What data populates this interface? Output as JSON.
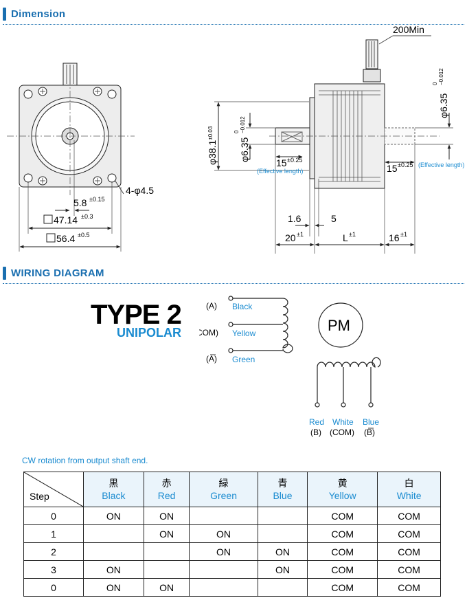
{
  "sections": {
    "dimension": "Dimension",
    "wiring": "WIRING DIAGRAM"
  },
  "front_view": {
    "hole_label": "4-φ4.5",
    "dim_shaft_offset": "5.8",
    "dim_shaft_offset_tol": "±0.15",
    "dim_hole_pitch": "47.14",
    "dim_hole_pitch_tol": "±0.3",
    "dim_body": "56.4",
    "dim_body_tol": "±0.5"
  },
  "side_view": {
    "lead_length": "200Min",
    "pilot_dia": "φ38.1",
    "pilot_dia_tol": "±0.03",
    "shaft_dia": "φ6.35",
    "shaft_dia_tol_upper": "0",
    "shaft_dia_tol_lower": "−0.012",
    "rear_shaft_dia": "φ6.35",
    "rear_shaft_tol_upper": "0",
    "rear_shaft_tol_lower": "−0.012",
    "front_effective": "15",
    "front_effective_tol": "±0.25",
    "front_effective_note": "(Effective length)",
    "rear_effective": "15",
    "rear_effective_tol": "±0.25",
    "rear_effective_note": "(Effective length)",
    "dim_flange": "1.6",
    "dim_5": "5",
    "dim_front_shaft": "20",
    "dim_front_shaft_tol": "±1",
    "dim_body_len": "L",
    "dim_body_len_tol": "±1",
    "dim_rear_shaft": "16",
    "dim_rear_shaft_tol": "±1"
  },
  "wiring": {
    "type": "TYPE 2",
    "kind": "UNIPOLAR",
    "term_a": "(A)",
    "term_com": "(COM)",
    "term_abar": "(A)",
    "wire_a": "Black",
    "wire_com": "Yellow",
    "wire_abar": "Green",
    "pm": "PM",
    "lower_wires": [
      "Red",
      "White",
      "Blue"
    ],
    "lower_terms": [
      "(B)",
      "(COM)",
      "(B)"
    ]
  },
  "table": {
    "note": "CW rotation from output shaft end.",
    "step_header": "Step",
    "columns": [
      {
        "kanji": "黒",
        "name": "Black"
      },
      {
        "kanji": "赤",
        "name": "Red"
      },
      {
        "kanji": "緑",
        "name": "Green"
      },
      {
        "kanji": "青",
        "name": "Blue"
      },
      {
        "kanji": "黄",
        "name": "Yellow"
      },
      {
        "kanji": "白",
        "name": "White"
      }
    ],
    "rows": [
      {
        "step": "0",
        "cells": [
          "ON",
          "ON",
          "",
          "",
          "COM",
          "COM"
        ]
      },
      {
        "step": "1",
        "cells": [
          "",
          "ON",
          "ON",
          "",
          "COM",
          "COM"
        ]
      },
      {
        "step": "2",
        "cells": [
          "",
          "",
          "ON",
          "ON",
          "COM",
          "COM"
        ]
      },
      {
        "step": "3",
        "cells": [
          "ON",
          "",
          "",
          "ON",
          "COM",
          "COM"
        ]
      },
      {
        "step": "0",
        "cells": [
          "ON",
          "ON",
          "",
          "",
          "COM",
          "COM"
        ]
      }
    ]
  },
  "colors": {
    "accent": "#1a6fb0",
    "label_blue": "#1a8bd0",
    "header_bg": "#eaf4fb"
  }
}
